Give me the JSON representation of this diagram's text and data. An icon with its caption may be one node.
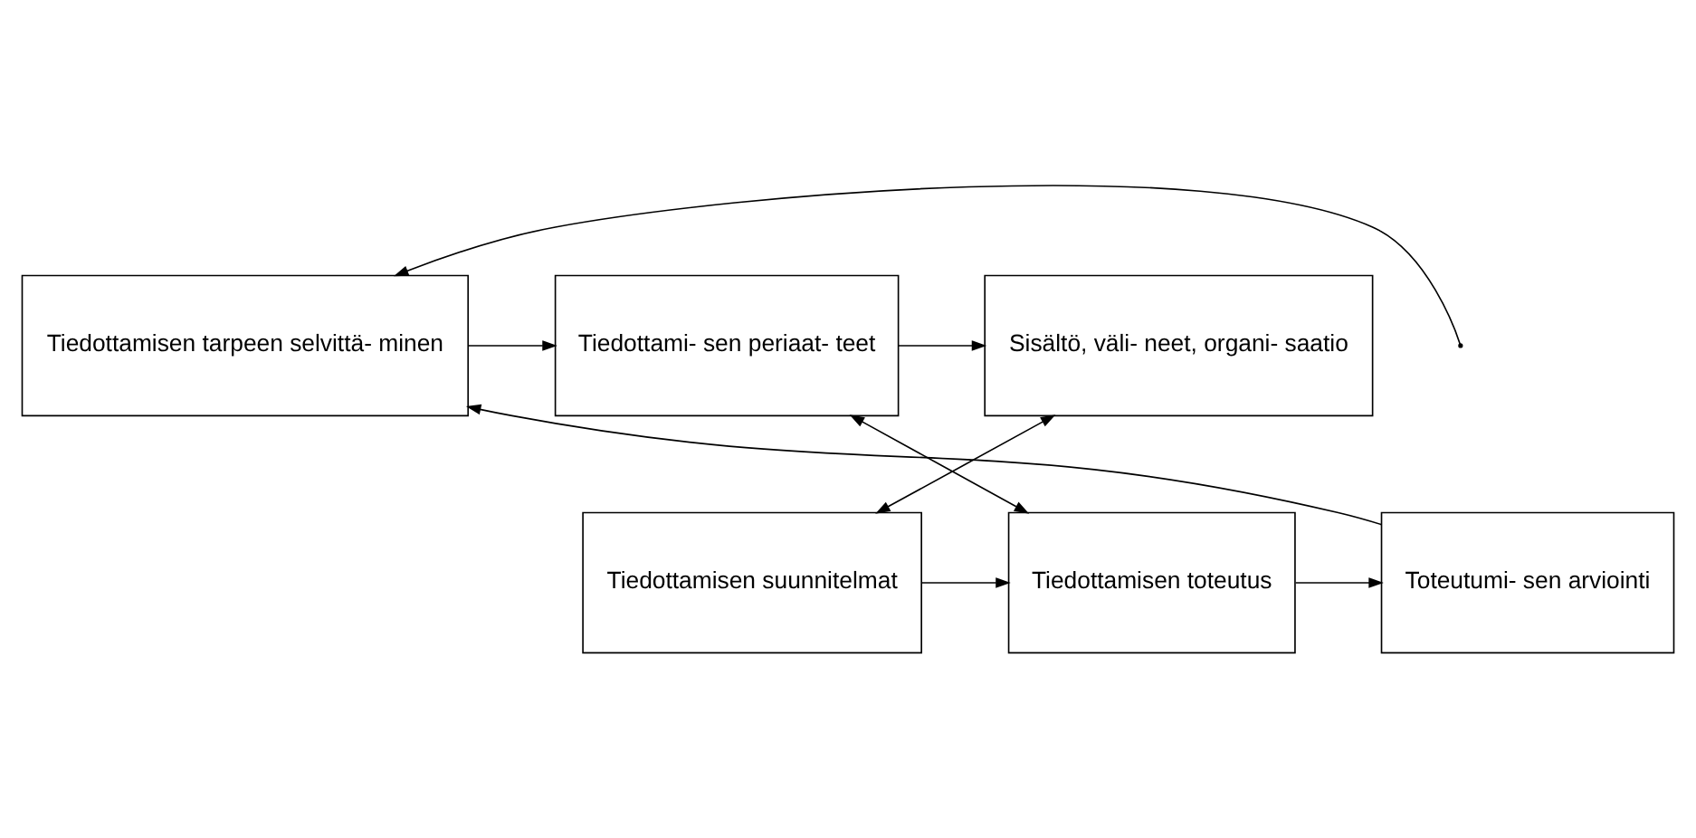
{
  "diagram": {
    "nodes": [
      {
        "text": [
          "Tiedottamisen tarpeen selvittä- minen"
        ]
      },
      {
        "text": [
          "Tiedottami- sen periaat- teet"
        ]
      },
      {
        "text": [
          "Sisältö, väli- neet, organi- saatio"
        ]
      },
      {
        "text": [
          "Toteutumi- sen arviointi"
        ]
      },
      {
        "text": [
          "Tiedottamisen toteutus"
        ]
      },
      {
        "text": [
          "Tiedottamisen suunnitelmat"
        ]
      }
    ],
    "edges": [
      {
        "from": 0,
        "to": 1,
        "arrow": "to"
      },
      {
        "from": 1,
        "to": 2,
        "arrow": "to"
      },
      {
        "from": 1,
        "to": 4,
        "arrow": "both"
      },
      {
        "from": 2,
        "to": 5,
        "arrow": "both"
      },
      {
        "from": 5,
        "to": 4,
        "arrow": "to"
      },
      {
        "from": 4,
        "to": 3,
        "arrow": "to"
      },
      {
        "from": 3,
        "to": 0,
        "arrow": "to"
      },
      {
        "from": null,
        "to": 0,
        "arrow": "to"
      }
    ]
  }
}
